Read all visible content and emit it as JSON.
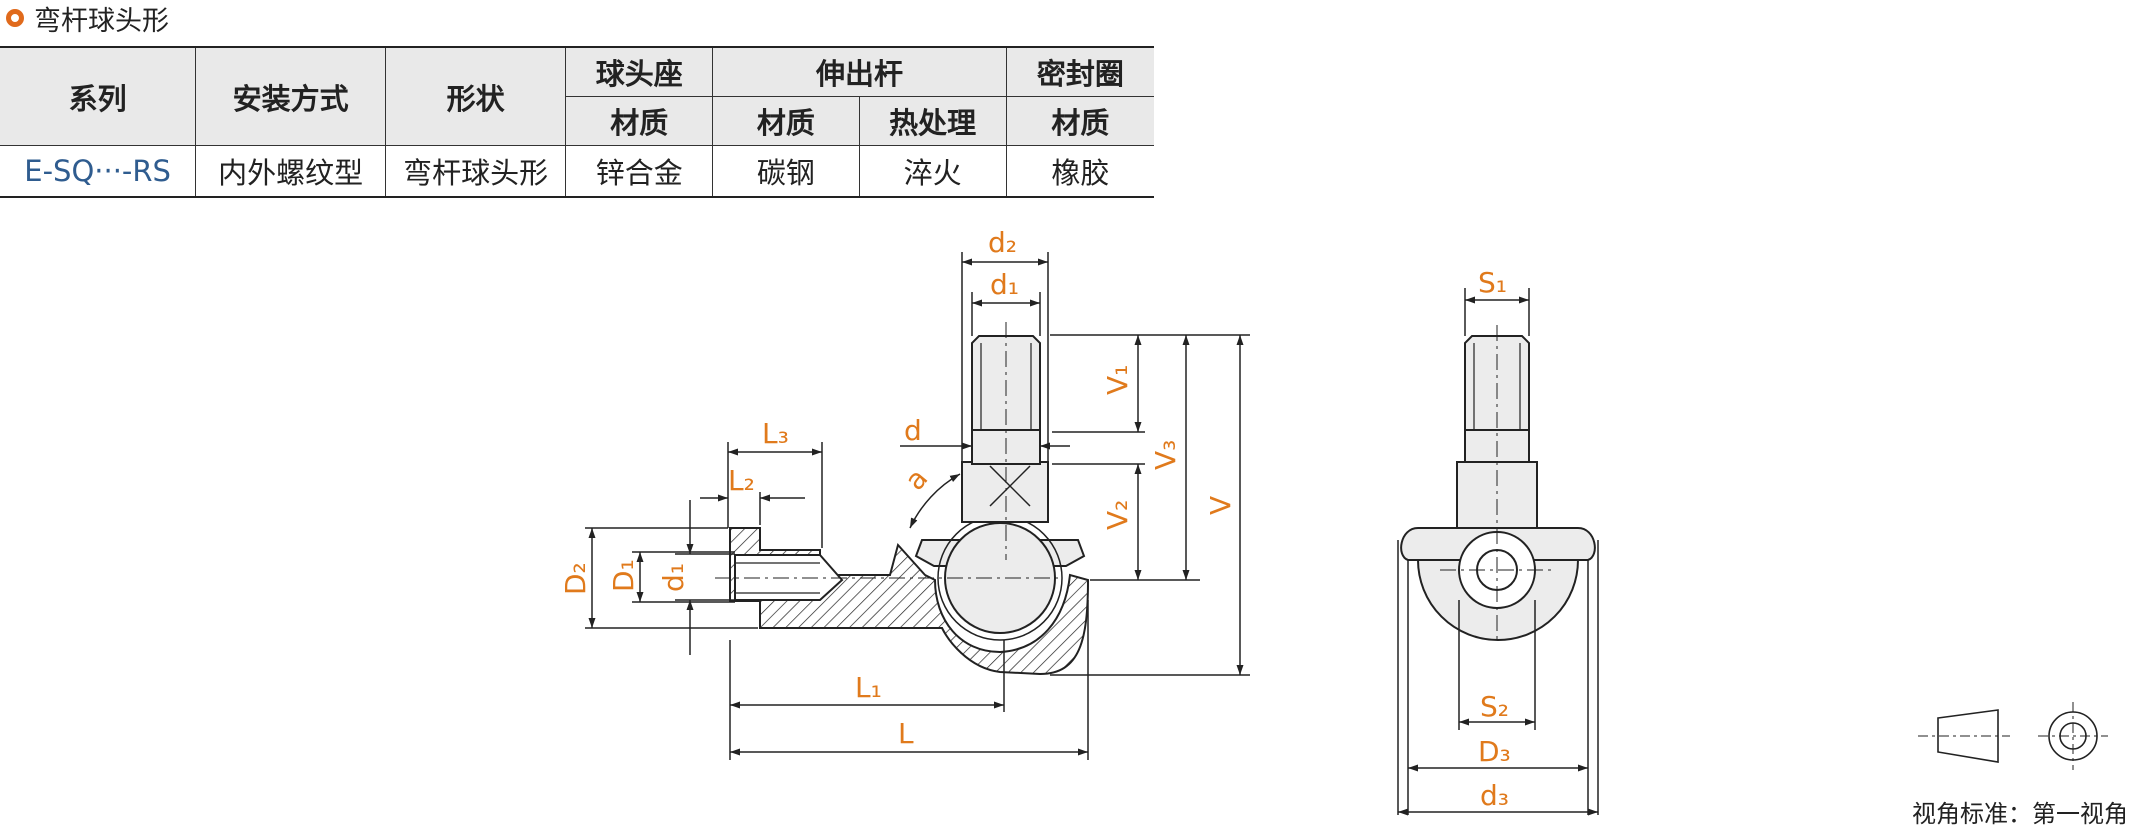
{
  "header": {
    "title": "弯杆球头形"
  },
  "spec_table": {
    "head": {
      "series": "系列",
      "mount": "安装方式",
      "shape": "形状",
      "ball_seat": "球头座",
      "rod": "伸出杆",
      "seal": "密封圈",
      "material": "材质",
      "heat_treat": "热处理"
    },
    "row": {
      "series": "E-SQ···-RS",
      "mount": "内外螺纹型",
      "shape": "弯杆球头形",
      "seat_material": "锌合金",
      "rod_material": "碳钢",
      "rod_heat": "淬火",
      "seal_material": "橡胶"
    }
  },
  "dims": {
    "d2": "d₂",
    "d1_top": "d₁",
    "V1": "V₁",
    "V3": "V₃",
    "V": "V",
    "d": "d",
    "L3": "L₃",
    "L2": "L₂",
    "a": "a",
    "V2": "V₂",
    "D2": "D₂",
    "D1": "D₁",
    "d1_left": "d₁",
    "L1": "L₁",
    "L": "L",
    "S1": "S₁",
    "S2": "S₂",
    "D3": "D₃",
    "d3": "d₃"
  },
  "projection_standard": "视角标准：第一视角",
  "colors": {
    "accent": "#e06a1c",
    "dimension": "#e07a1c",
    "series_code": "#2f5c8f",
    "header_bg": "#e9e9e9"
  },
  "icons": {
    "header_marker": "ring-icon",
    "projection": "first-angle-projection-icon"
  }
}
